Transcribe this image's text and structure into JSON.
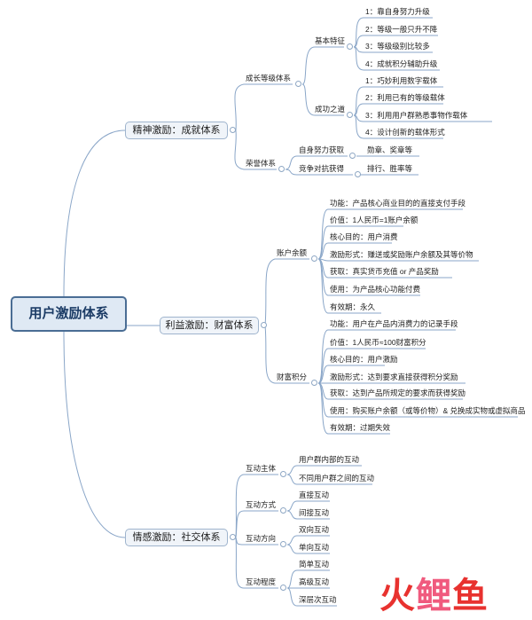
{
  "root": "用户激励体系",
  "branches": {
    "spirit": {
      "label": "精神激励：成就体系",
      "level_system": {
        "label": "成长等级体系",
        "basic_traits": {
          "label": "基本特征",
          "items": [
            "1：靠自身努力升级",
            "2：等级一般只升不降",
            "3：等级级别比较多",
            "4：成就积分辅助升级"
          ]
        },
        "success_path": {
          "label": "成功之道",
          "items": [
            "1：巧妙利用数字载体",
            "2：利用已有的等级载体",
            "3：利用用户群熟悉事物作载体",
            "4：设计创新的载体形式"
          ]
        }
      },
      "honor_system": {
        "label": "荣誉体系",
        "items": [
          {
            "label": "自身努力获取",
            "value": "勋章、奖章等"
          },
          {
            "label": "竞争对抗获得",
            "value": "排行、胜率等"
          }
        ]
      }
    },
    "benefit": {
      "label": "利益激励：财富体系",
      "balance": {
        "label": "账户余额",
        "items": [
          "功能：产品核心商业目的的直接支付手段",
          "价值：1人民币=1账户余额",
          "核心目的：用户消费",
          "激励形式：赚送或奖励账户余额及其等价物",
          "获取：真实货币充值 or 产品奖励",
          "使用：为产品核心功能付费",
          "有效期：永久"
        ]
      },
      "points": {
        "label": "财富积分",
        "items": [
          "功能：用户在产品内消费力的记录手段",
          "价值：1人民币≈100财富积分",
          "核心目的：用户激励",
          "激励形式：达到要求直接获得积分奖励",
          "获取：达到产品所规定的要求而获得奖励",
          "使用：购买账户余额（或等价物）& 兑换成实物或虚拟商品",
          "有效期：过期失效"
        ]
      }
    },
    "emotion": {
      "label": "情感激励：社交体系",
      "subject": {
        "label": "互动主体",
        "items": [
          "用户群内部的互动",
          "不同用户群之间的互动"
        ]
      },
      "method": {
        "label": "互动方式",
        "items": [
          "直接互动",
          "间接互动"
        ]
      },
      "direction": {
        "label": "互动方向",
        "items": [
          "双向互动",
          "单向互动"
        ]
      },
      "degree": {
        "label": "互动程度",
        "items": [
          "简单互动",
          "高级互动",
          "深层次互动"
        ]
      }
    }
  },
  "watermark": {
    "char1": "火",
    "char2": "鲤",
    "char3": "鱼"
  },
  "colors": {
    "line": "#8aa6c8",
    "root_border": "#4a6d94",
    "root_fill": "#dfe9f4",
    "main_fill": "#f0f4f9",
    "logo_red": "#e8322f",
    "logo_pink": "#f05a7e"
  }
}
